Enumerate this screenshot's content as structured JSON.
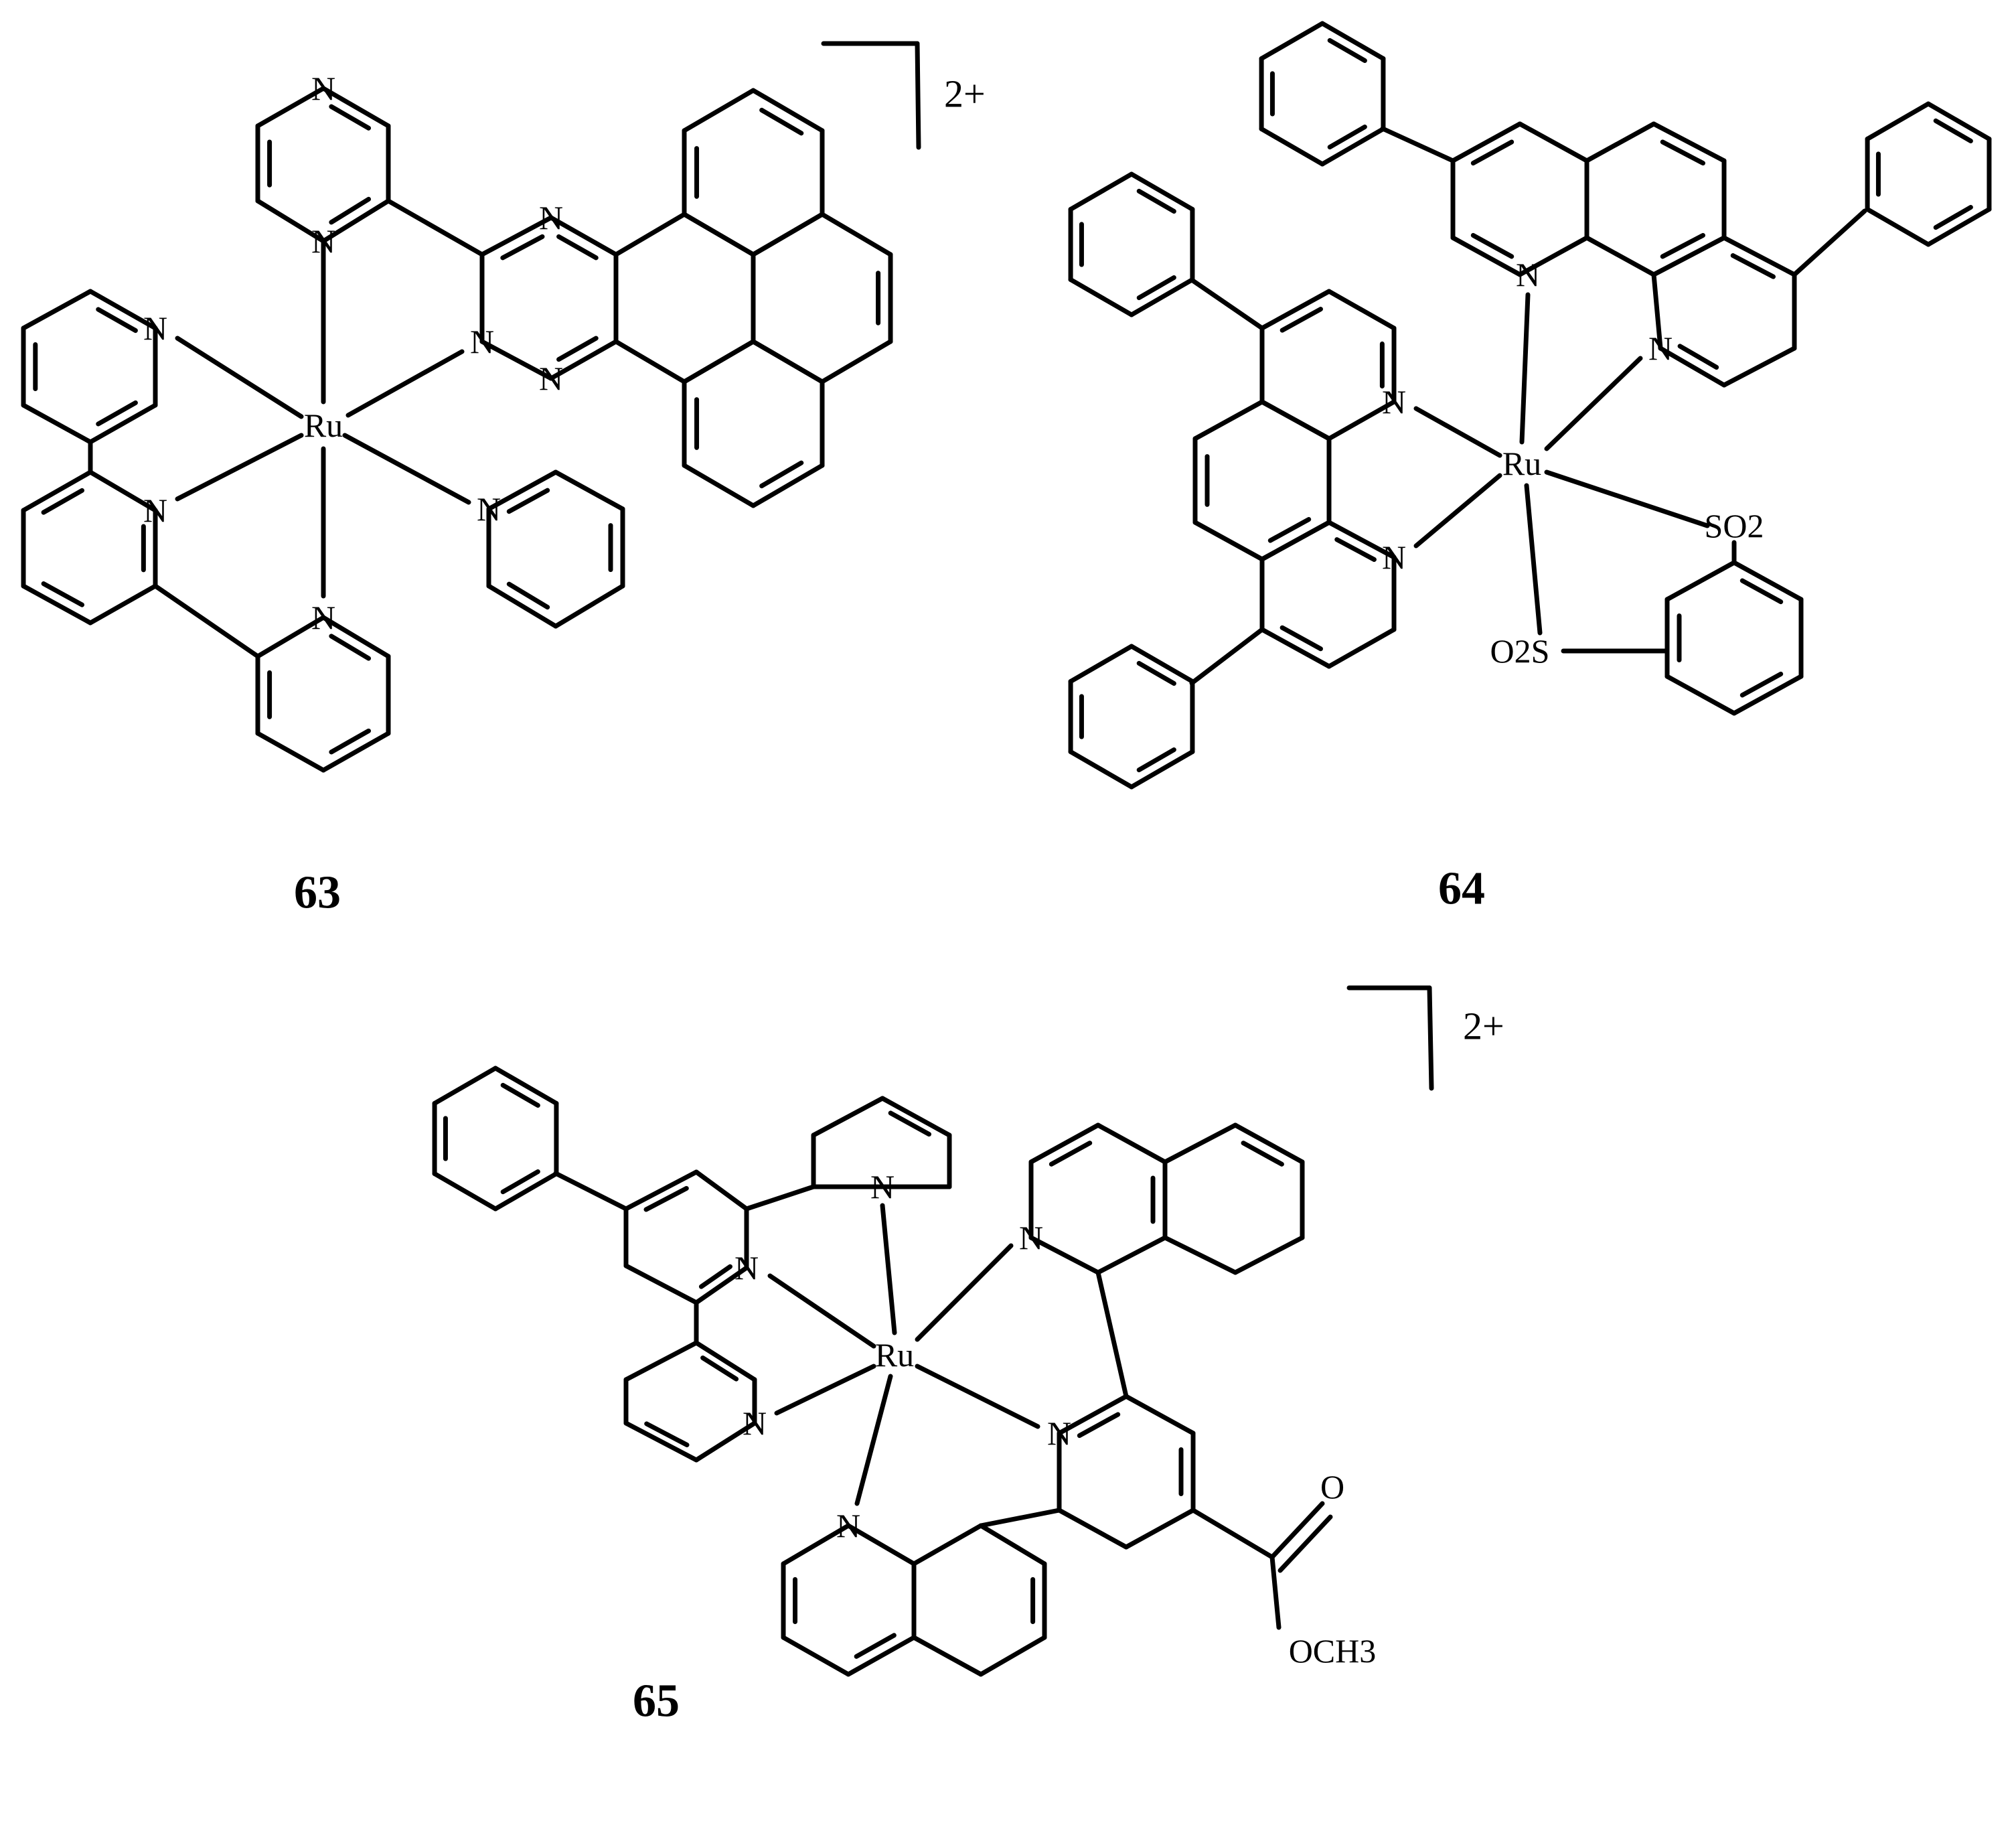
{
  "compounds": [
    {
      "id": "63",
      "charge": "2+",
      "metal": "Ru"
    },
    {
      "id": "64",
      "metal": "Ru",
      "groups": {
        "sulfonyl_a": "SO2",
        "sulfonyl_b": "O2S"
      }
    },
    {
      "id": "65",
      "charge": "2+",
      "metal": "Ru",
      "groups": {
        "carbonyl_o": "O",
        "ester": "OCH3"
      }
    }
  ],
  "atom_symbols": {
    "nitrogen": "N"
  },
  "colors": {
    "ink": "#000000",
    "background": "#ffffff"
  }
}
